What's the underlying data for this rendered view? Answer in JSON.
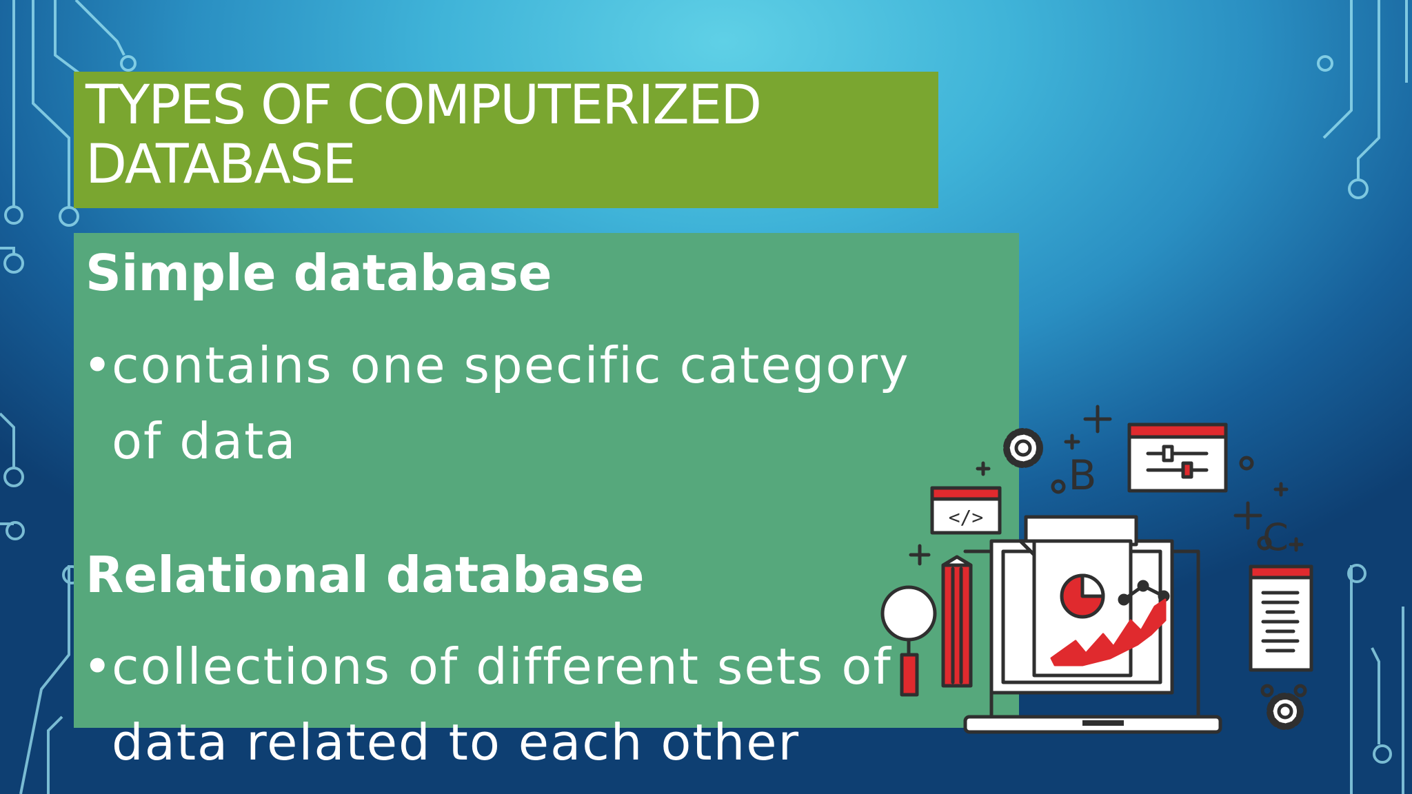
{
  "slide": {
    "title": "Types of Computerized Database",
    "sections": [
      {
        "heading": "Simple database",
        "bullet": "contains one specific category of data"
      },
      {
        "heading": "Relational database",
        "bullet": "collections of different sets of data related to each other"
      }
    ],
    "bullet_symbol": "•"
  },
  "illustration": {
    "letters": {
      "b": "B",
      "c": "C"
    },
    "code_tag": "</>",
    "icons": [
      "gear-icon",
      "code-window-icon",
      "pencil-icon",
      "magnifier-icon",
      "settings-sliders-window-icon",
      "document-list-icon",
      "laptop-icon",
      "pie-chart-icon",
      "line-graph-icon"
    ]
  },
  "colors": {
    "title_bg": "#7aa630",
    "content_bg": "#56a87c",
    "accent_red": "#e02a2e",
    "outline": "#2f2f2f",
    "text": "#ffffff"
  }
}
